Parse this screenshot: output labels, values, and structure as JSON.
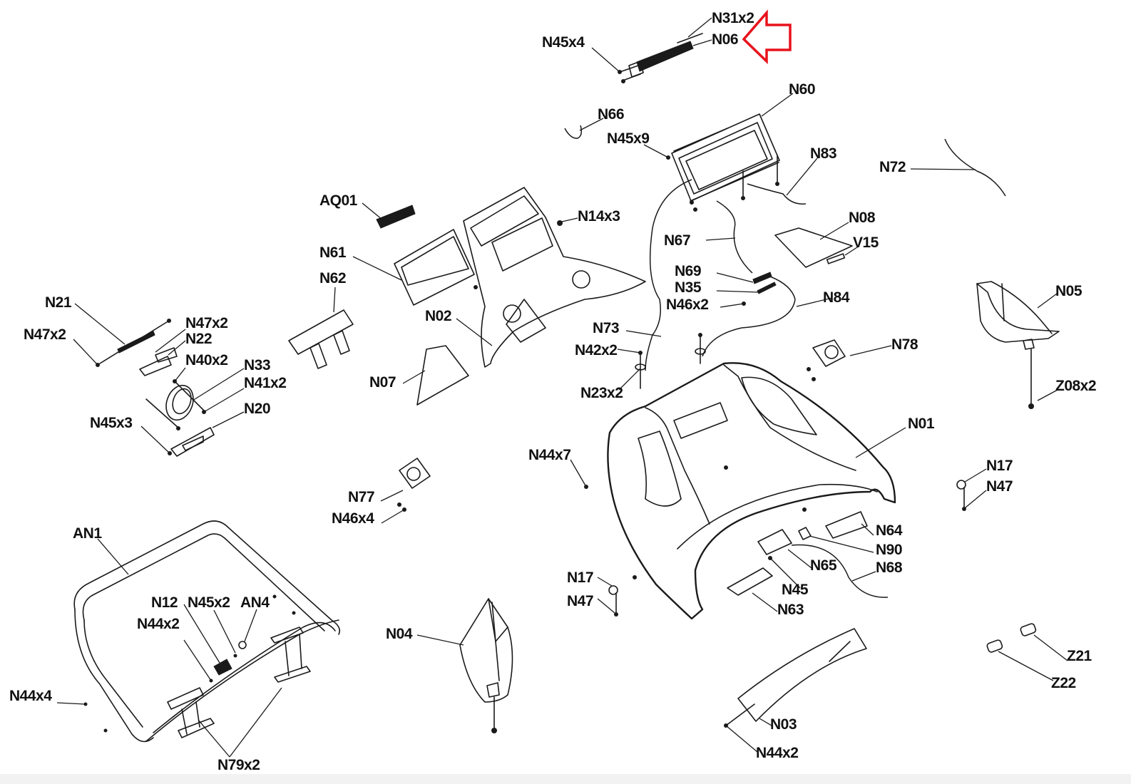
{
  "diagram": {
    "title": "Console exploded parts diagram",
    "highlight": {
      "part": "N06",
      "indicator": "arrow-left",
      "color": "#e8121c"
    },
    "labels": [
      {
        "id": "N31x2",
        "text": "N31x2"
      },
      {
        "id": "N06",
        "text": "N06"
      },
      {
        "id": "N45x4",
        "text": "N45x4"
      },
      {
        "id": "N60",
        "text": "N60"
      },
      {
        "id": "N66",
        "text": "N66"
      },
      {
        "id": "N45x9",
        "text": "N45x9"
      },
      {
        "id": "N83",
        "text": "N83"
      },
      {
        "id": "N72",
        "text": "N72"
      },
      {
        "id": "AQ01",
        "text": "AQ01"
      },
      {
        "id": "N14x3",
        "text": "N14x3"
      },
      {
        "id": "N08",
        "text": "N08"
      },
      {
        "id": "V15",
        "text": "V15"
      },
      {
        "id": "N67",
        "text": "N67"
      },
      {
        "id": "N61",
        "text": "N61"
      },
      {
        "id": "N62",
        "text": "N62"
      },
      {
        "id": "N69",
        "text": "N69"
      },
      {
        "id": "N35",
        "text": "N35"
      },
      {
        "id": "N46x2",
        "text": "N46x2"
      },
      {
        "id": "N84",
        "text": "N84"
      },
      {
        "id": "N05",
        "text": "N05"
      },
      {
        "id": "N21",
        "text": "N21"
      },
      {
        "id": "N47x2_left",
        "text": "N47x2"
      },
      {
        "id": "N47x2_right",
        "text": "N47x2"
      },
      {
        "id": "N22",
        "text": "N22"
      },
      {
        "id": "N02",
        "text": "N02"
      },
      {
        "id": "N73",
        "text": "N73"
      },
      {
        "id": "N40x2",
        "text": "N40x2"
      },
      {
        "id": "N33",
        "text": "N33"
      },
      {
        "id": "N42x2",
        "text": "N42x2"
      },
      {
        "id": "N78",
        "text": "N78"
      },
      {
        "id": "N41x2",
        "text": "N41x2"
      },
      {
        "id": "N07",
        "text": "N07"
      },
      {
        "id": "N23x2",
        "text": "N23x2"
      },
      {
        "id": "Z08x2",
        "text": "Z08x2"
      },
      {
        "id": "N20",
        "text": "N20"
      },
      {
        "id": "N45x3",
        "text": "N45x3"
      },
      {
        "id": "N01",
        "text": "N01"
      },
      {
        "id": "N44x7",
        "text": "N44x7"
      },
      {
        "id": "N17_right",
        "text": "N17"
      },
      {
        "id": "N47_right",
        "text": "N47"
      },
      {
        "id": "N77",
        "text": "N77"
      },
      {
        "id": "N46x4",
        "text": "N46x4"
      },
      {
        "id": "N64",
        "text": "N64"
      },
      {
        "id": "AN1",
        "text": "AN1"
      },
      {
        "id": "N90",
        "text": "N90"
      },
      {
        "id": "N65",
        "text": "N65"
      },
      {
        "id": "N68",
        "text": "N68"
      },
      {
        "id": "N17_mid",
        "text": "N17"
      },
      {
        "id": "N45",
        "text": "N45"
      },
      {
        "id": "N12",
        "text": "N12"
      },
      {
        "id": "N45x2",
        "text": "N45x2"
      },
      {
        "id": "AN4",
        "text": "AN4"
      },
      {
        "id": "N47_mid",
        "text": "N47"
      },
      {
        "id": "N63",
        "text": "N63"
      },
      {
        "id": "N44x2_left",
        "text": "N44x2"
      },
      {
        "id": "N04",
        "text": "N04"
      },
      {
        "id": "Z21",
        "text": "Z21"
      },
      {
        "id": "N44x4",
        "text": "N44x4"
      },
      {
        "id": "Z22",
        "text": "Z22"
      },
      {
        "id": "N03",
        "text": "N03"
      },
      {
        "id": "N79x2",
        "text": "N79x2"
      },
      {
        "id": "N44x2_bottom",
        "text": "N44x2"
      }
    ]
  }
}
